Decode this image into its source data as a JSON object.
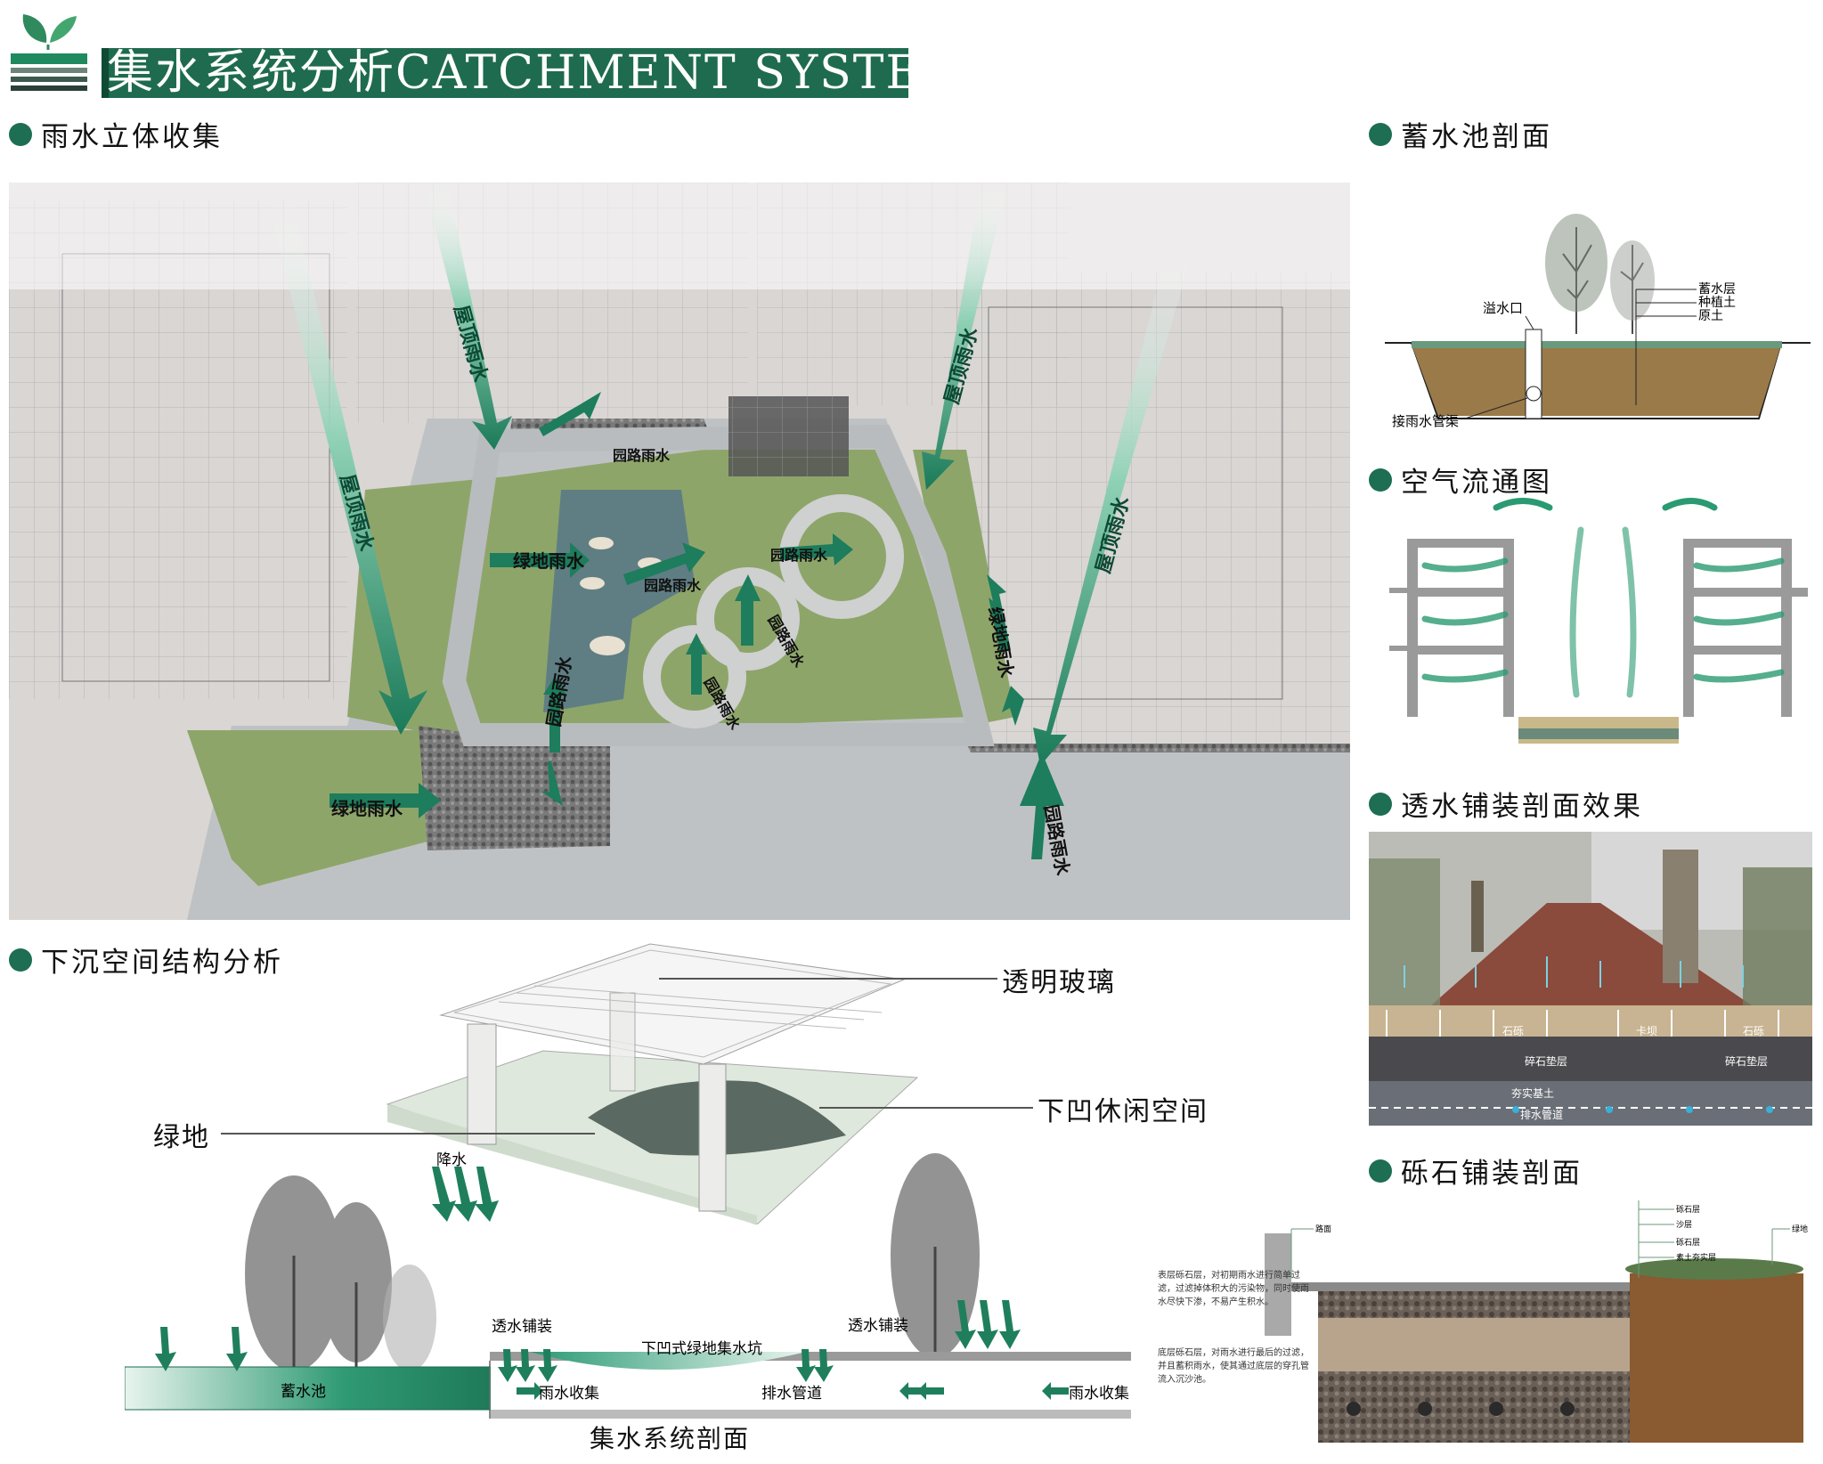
{
  "header": {
    "title": "集水系统分析CATCHMENT SYSTEM",
    "brand_color": "#1f6b4f"
  },
  "sections": {
    "rain_3d": "雨水立体收集",
    "pool_section": "蓄水池剖面",
    "airflow": "空气流通图",
    "permeable_paving": "透水铺装剖面效果",
    "sunken_space": "下沉空间结构分析",
    "gravel_section": "砾石铺装剖面"
  },
  "plan_labels": {
    "roof_rain": "屋顶雨水",
    "road_rain": "园路雨水",
    "green_rain": "绿地雨水"
  },
  "pool": {
    "overflow": "溢水口",
    "storage_layer": "蓄水层",
    "planting_soil": "种植土",
    "original_soil": "原土",
    "rain_channel": "接雨水管渠"
  },
  "paving": {
    "stone": "石砾",
    "grade": "卡坝",
    "gravel_cushion": "碎石垫层",
    "compacted_soil": "夯实基土",
    "drain_pipe": "排水管道"
  },
  "sunken": {
    "glass": "透明玻璃",
    "leisure": "下凹休闲空间",
    "green": "绿地"
  },
  "section": {
    "precipitation": "降水",
    "permeable_left": "透水铺装",
    "permeable_right": "透水铺装",
    "sunken_green": "下凹式绿地集水坑",
    "reservoir": "蓄水池",
    "rain_collect_1": "雨水收集",
    "drainage": "排水管道",
    "rain_collect_2": "雨水收集",
    "caption": "集水系统剖面"
  },
  "gravel": {
    "note1": "表层砾石层，对初期雨水进行简单过滤，过滤掉体积大的污染物，同时使雨水尽快下渗，不易产生积水。",
    "note2": "底层砾石层，对雨水进行最后的过滤，并且蓄积雨水，使其通过底层的穿孔管流入沉沙池。",
    "layers": [
      "砾石层",
      "沙层",
      "砾石层",
      "素土夯实层"
    ],
    "left_tag": "路面",
    "right_tag": "绿地"
  }
}
